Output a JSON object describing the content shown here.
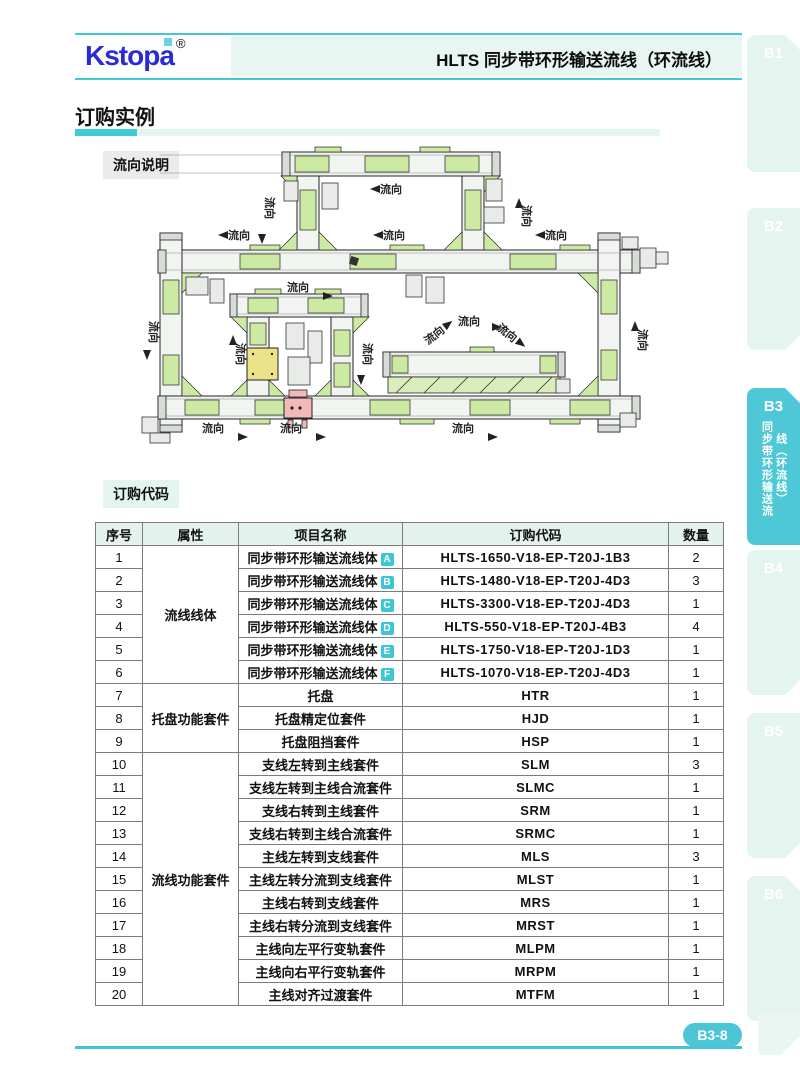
{
  "page": {
    "brand": "Kstopa",
    "brand_reg": "®",
    "header_title": "HLTS 同步带环形输送流线（环流线）",
    "section_title": "订购实例"
  },
  "sidebar": {
    "tabs": [
      {
        "label": "B1",
        "active": false
      },
      {
        "label": "B2",
        "active": false
      },
      {
        "label": "B3",
        "active": true,
        "sub_col_left": "同步带环形输送流",
        "sub_col_right": "线（环流线）"
      },
      {
        "label": "B4",
        "active": false
      },
      {
        "label": "B5",
        "active": false
      },
      {
        "label": "B6",
        "active": false
      }
    ]
  },
  "diagram": {
    "label": "流向说明",
    "flow_label": "流向",
    "colors": {
      "belt_green": "#cdeaa5",
      "hatch_green": "#d9eebc",
      "rail_gray": "#f2f4f1",
      "pallet_yellow": "#ece289",
      "stopper_pink": "#f3b9ba",
      "accent_teal": "#3fc6d4"
    }
  },
  "table": {
    "label": "订购代码",
    "headers": [
      "序号",
      "属性",
      "项目名称",
      "订购代码",
      "数量"
    ],
    "groups": [
      {
        "attribute": "流线线体",
        "start": 1,
        "span": 6
      },
      {
        "attribute": "托盘功能套件",
        "start": 7,
        "span": 3
      },
      {
        "attribute": "流线功能套件",
        "start": 10,
        "span": 11
      }
    ],
    "rows": [
      {
        "no": "1",
        "name": "同步带环形输送流线体",
        "badge": "A",
        "code": "HLTS-1650-V18-EP-T20J-1B3",
        "qty": "2"
      },
      {
        "no": "2",
        "name": "同步带环形输送流线体",
        "badge": "B",
        "code": "HLTS-1480-V18-EP-T20J-4D3",
        "qty": "3"
      },
      {
        "no": "3",
        "name": "同步带环形输送流线体",
        "badge": "C",
        "code": "HLTS-3300-V18-EP-T20J-4D3",
        "qty": "1"
      },
      {
        "no": "4",
        "name": "同步带环形输送流线体",
        "badge": "D",
        "code": "HLTS-550-V18-EP-T20J-4B3",
        "qty": "4"
      },
      {
        "no": "5",
        "name": "同步带环形输送流线体",
        "badge": "E",
        "code": "HLTS-1750-V18-EP-T20J-1D3",
        "qty": "1"
      },
      {
        "no": "6",
        "name": "同步带环形输送流线体",
        "badge": "F",
        "code": "HLTS-1070-V18-EP-T20J-4D3",
        "qty": "1"
      },
      {
        "no": "7",
        "name": "托盘",
        "code": "HTR",
        "qty": "1"
      },
      {
        "no": "8",
        "name": "托盘精定位套件",
        "code": "HJD",
        "qty": "1"
      },
      {
        "no": "9",
        "name": "托盘阻挡套件",
        "code": "HSP",
        "qty": "1"
      },
      {
        "no": "10",
        "name": "支线左转到主线套件",
        "code": "SLM",
        "qty": "3"
      },
      {
        "no": "11",
        "name": "支线左转到主线合流套件",
        "code": "SLMC",
        "qty": "1"
      },
      {
        "no": "12",
        "name": "支线右转到主线套件",
        "code": "SRM",
        "qty": "1"
      },
      {
        "no": "13",
        "name": "支线右转到主线合流套件",
        "code": "SRMC",
        "qty": "1"
      },
      {
        "no": "14",
        "name": "主线左转到支线套件",
        "code": "MLS",
        "qty": "3"
      },
      {
        "no": "15",
        "name": "主线左转分流到支线套件",
        "code": "MLST",
        "qty": "1"
      },
      {
        "no": "16",
        "name": "主线右转到支线套件",
        "code": "MRS",
        "qty": "1"
      },
      {
        "no": "17",
        "name": "主线右转分流到支线套件",
        "code": "MRST",
        "qty": "1"
      },
      {
        "no": "18",
        "name": "主线向左平行变轨套件",
        "code": "MLPM",
        "qty": "1"
      },
      {
        "no": "19",
        "name": "主线向右平行变轨套件",
        "code": "MRPM",
        "qty": "1"
      },
      {
        "no": "20",
        "name": "主线对齐过渡套件",
        "code": "MTFM",
        "qty": "1"
      }
    ]
  },
  "footer": {
    "page_number": "B3-8"
  }
}
